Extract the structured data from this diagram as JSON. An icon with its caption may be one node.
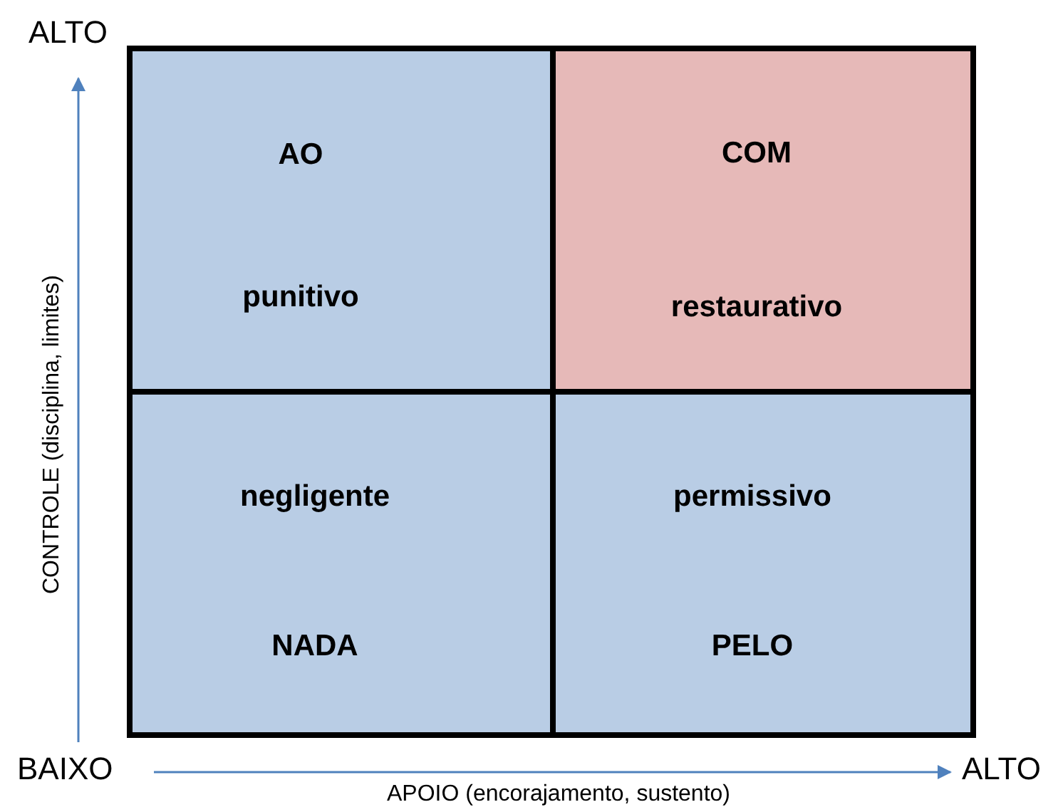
{
  "diagram": {
    "nodes": [
      {
        "text": [
          "AO",
          "punitivo"
        ]
      },
      {
        "text": [
          "COM",
          "restaurativo"
        ]
      },
      {
        "text": [
          "negligente",
          "NADA"
        ]
      },
      {
        "text": [
          "permissivo",
          "PELO"
        ]
      }
    ],
    "edges": [],
    "labels": [
      "ALTO",
      "CONTROLE (disciplina, limites)",
      "BAIXO",
      "APOIO (encorajamento, sustento)",
      "ALTO"
    ]
  }
}
